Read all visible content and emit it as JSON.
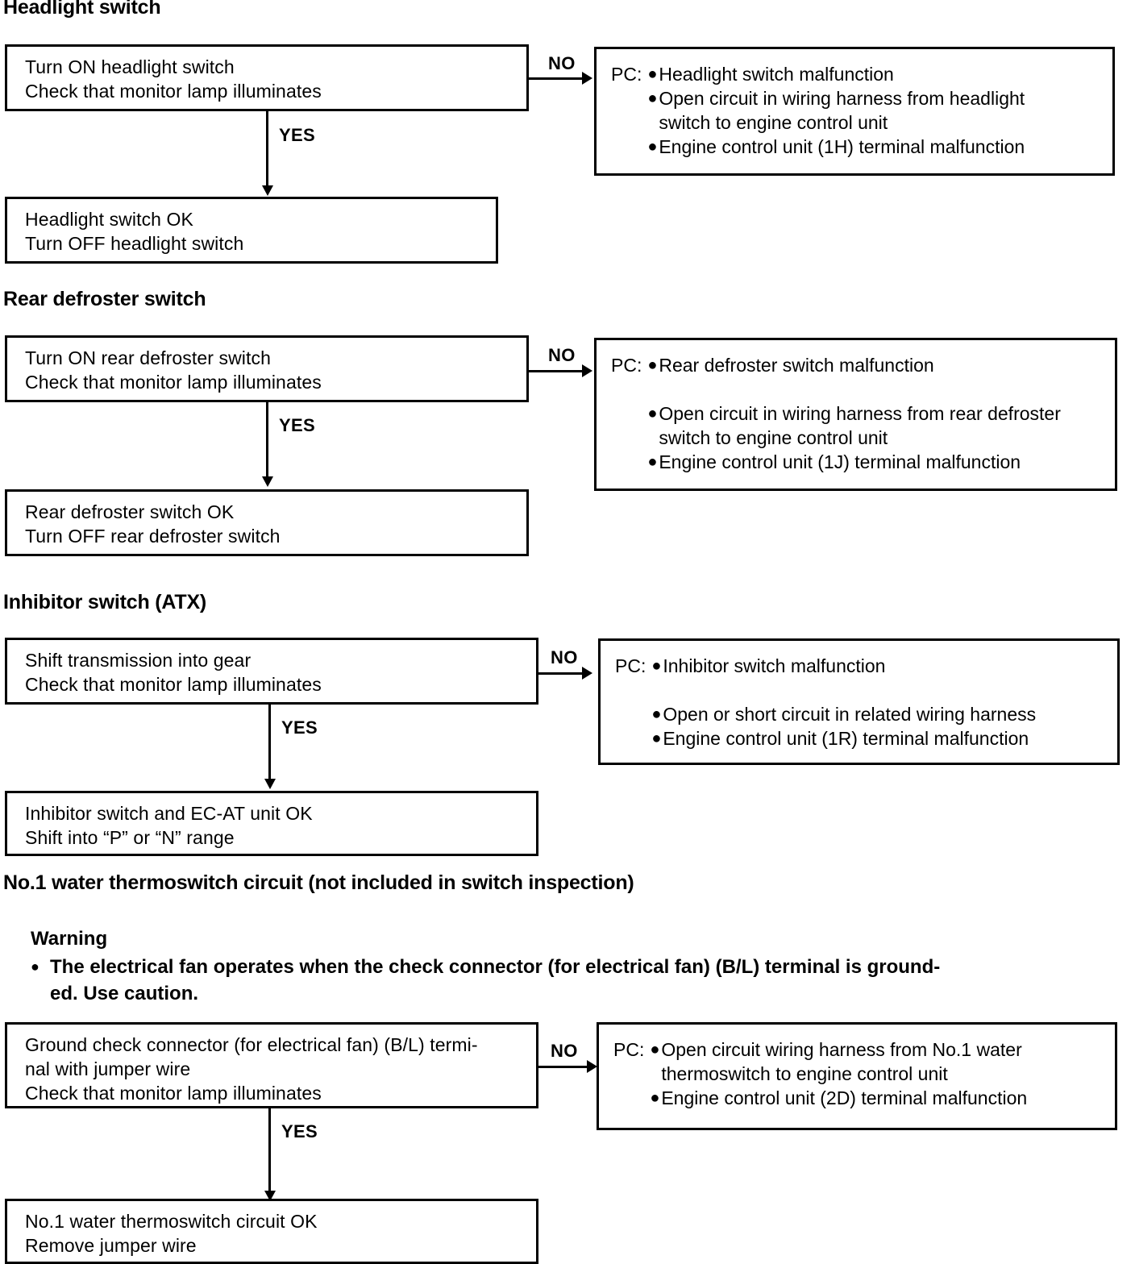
{
  "document": {
    "type": "automotive-troubleshooting-flowchart"
  },
  "sections": [
    {
      "heading": "Headlight switch",
      "check_box": {
        "line1": "Turn ON headlight switch",
        "line2": "Check that monitor lamp illuminates"
      },
      "yes_label": "YES",
      "no_label": "NO",
      "result_box": {
        "line1": "Headlight switch OK",
        "line2": "Turn OFF headlight switch"
      },
      "pc_box": {
        "label": "PC:",
        "items": [
          {
            "lines": [
              "Headlight switch malfunction"
            ]
          },
          {
            "lines": [
              "Open circuit in wiring harness from headlight",
              "switch to engine control unit"
            ]
          },
          {
            "lines": [
              "Engine control unit (1H) terminal malfunction"
            ]
          }
        ]
      }
    },
    {
      "heading": "Rear defroster switch",
      "check_box": {
        "line1": "Turn ON rear defroster switch",
        "line2": "Check that monitor lamp illuminates"
      },
      "yes_label": "YES",
      "no_label": "NO",
      "result_box": {
        "line1": "Rear defroster switch OK",
        "line2": "Turn OFF rear defroster switch"
      },
      "pc_box": {
        "label": "PC:",
        "items": [
          {
            "lines": [
              "Rear defroster switch malfunction"
            ]
          },
          {
            "lines": [
              "Open circuit in wiring harness from rear defroster",
              "switch to engine control unit"
            ]
          },
          {
            "lines": [
              "Engine control unit (1J) terminal malfunction"
            ]
          }
        ]
      }
    },
    {
      "heading": "Inhibitor switch (ATX)",
      "check_box": {
        "line1": "Shift transmission into gear",
        "line2": "Check that monitor lamp illuminates"
      },
      "yes_label": "YES",
      "no_label": "NO",
      "result_box": {
        "line1": "Inhibitor switch and EC-AT unit OK",
        "line2": "Shift into “P” or “N” range"
      },
      "pc_box": {
        "label": "PC:",
        "items": [
          {
            "lines": [
              "Inhibitor switch malfunction"
            ]
          },
          {
            "lines": [
              "Open or short circuit in related wiring harness"
            ]
          },
          {
            "lines": [
              "Engine control unit (1R) terminal malfunction"
            ]
          }
        ]
      }
    },
    {
      "heading": "No.1 water thermoswitch circuit (not included in switch inspection)",
      "warning": {
        "title": "Warning",
        "lines": [
          "The electrical fan operates when the check connector (for electrical fan) (B/L) terminal is ground-",
          "ed. Use caution."
        ]
      },
      "check_box": {
        "line1": "Ground check connector (for electrical fan) (B/L) termi-",
        "line2": "nal with jumper wire",
        "line3": "Check that monitor lamp illuminates"
      },
      "yes_label": "YES",
      "no_label": "NO",
      "result_box": {
        "line1": "No.1 water thermoswitch circuit OK",
        "line2": "Remove jumper wire"
      },
      "pc_box": {
        "label": "PC:",
        "items": [
          {
            "lines": [
              "Open circuit wiring harness from No.1 water",
              "thermoswitch to engine control unit"
            ]
          },
          {
            "lines": [
              "Engine control unit (2D) terminal malfunction"
            ]
          }
        ]
      }
    }
  ]
}
